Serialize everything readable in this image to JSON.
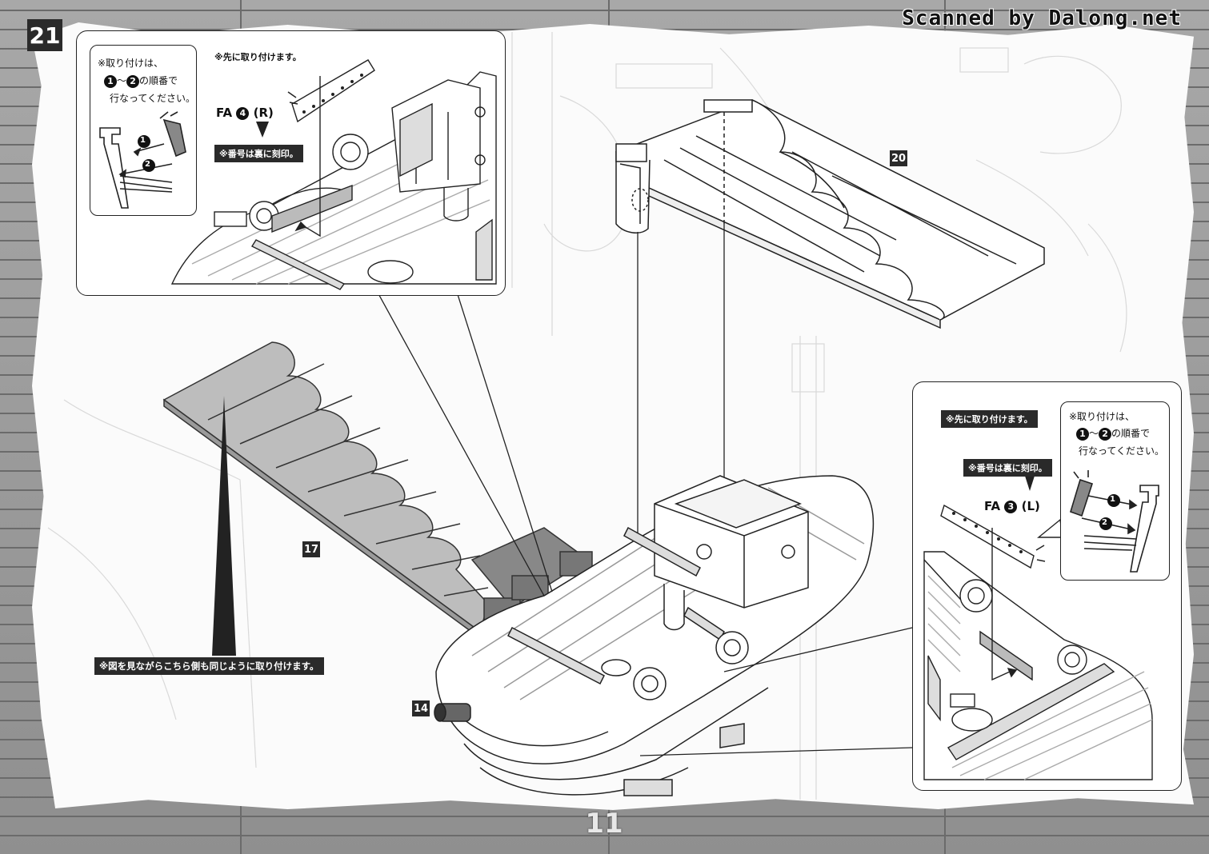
{
  "page": {
    "step_number": "21",
    "watermark": "Scanned by Dalong.net",
    "page_number": "11"
  },
  "left_callout": {
    "note_line1": "※取り付けは、",
    "note_step_a": "1",
    "note_range": "～",
    "note_step_b": "2",
    "note_line2_suffix": "の順番で",
    "note_line3": "行なってください。",
    "first_attach_label": "※先に取り付けます。",
    "part_label": "FA",
    "part_index": "4",
    "part_side": "(R)",
    "stamp_note": "※番号は裏に刻印。",
    "order_1": "1",
    "order_2": "2"
  },
  "right_callout": {
    "first_attach_label": "※先に取り付けます。",
    "note_line1": "※取り付けは、",
    "note_step_a": "1",
    "note_range": "～",
    "note_step_b": "2",
    "note_line2_suffix": "の順番で",
    "note_line3": "行なってください。",
    "stamp_note": "※番号は裏に刻印。",
    "part_label": "FA",
    "part_index": "3",
    "part_side": "(L)",
    "order_1": "1",
    "order_2": "2"
  },
  "parts": {
    "p20": "20",
    "p17": "17",
    "p14": "14"
  },
  "mirror_note": "※図を見ながらこちら側も同じように取り付けます。"
}
